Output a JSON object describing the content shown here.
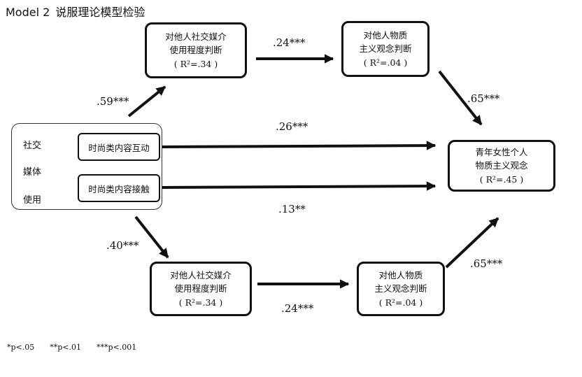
{
  "title": {
    "model": "Model 2",
    "subtitle": "说服理论模型检验"
  },
  "source": {
    "labels": [
      "社交",
      "媒体",
      "使用"
    ],
    "sub_items": [
      "时尚类内容互动",
      "时尚类内容接触"
    ]
  },
  "boxes": {
    "upper_usage": {
      "line1": "对他人社交媒介",
      "line2": "使用程度判断",
      "r2": "( R²=.34 )"
    },
    "upper_materialism": {
      "line1": "对他人物质",
      "line2": "主义观念判断",
      "r2": "( R²=.04 )"
    },
    "outcome": {
      "line1": "青年女性个人",
      "line2": "物质主义观念",
      "r2": "( R²=.45 )"
    },
    "lower_usage": {
      "line1": "对他人社交媒介",
      "line2": "使用程度判断",
      "r2": "( R²=.34 )"
    },
    "lower_materialism": {
      "line1": "对他人物质",
      "line2": "主义观念判断",
      "r2": "( R²=.04 )"
    }
  },
  "paths": {
    "source_to_upper_usage": ".59***",
    "upper_usage_to_upper_materialism": ".24***",
    "upper_materialism_to_outcome": ".65***",
    "interaction_to_outcome": ".26***",
    "exposure_to_outcome": ".13**",
    "source_to_lower_usage": ".40***",
    "lower_usage_to_lower_materialism": ".24***",
    "lower_materialism_to_outcome": ".65***"
  },
  "footnote": [
    "*p<.05",
    "**p<.01",
    "***p<.001"
  ]
}
